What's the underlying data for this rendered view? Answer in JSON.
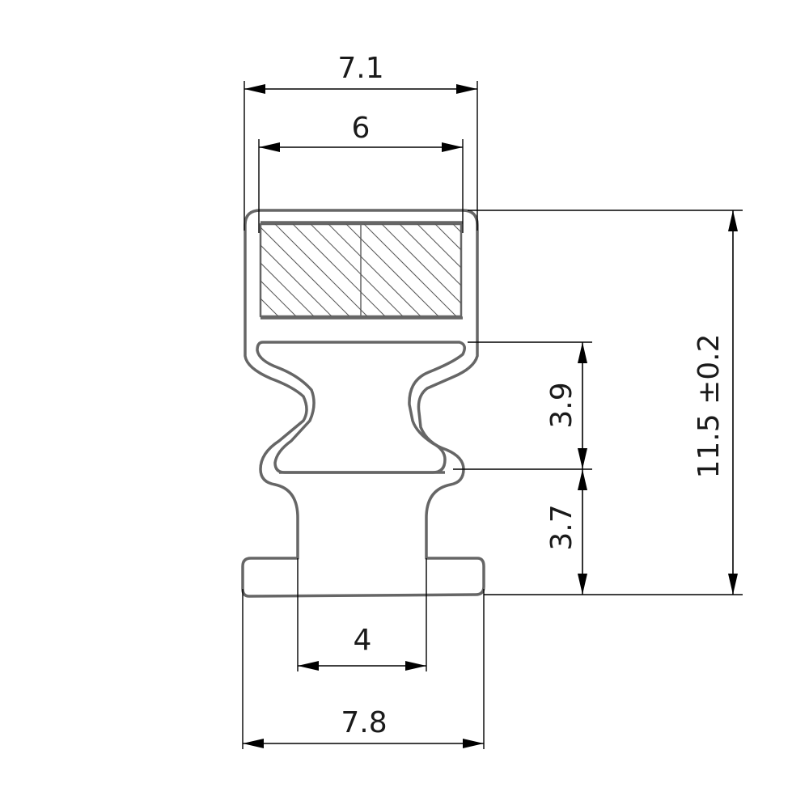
{
  "drawing": {
    "type": "technical cross-section profile",
    "colors": {
      "profile": "#666666",
      "dimensions": "#000000",
      "hatch": "#555555"
    },
    "dimensions": {
      "top_outer_width": "7.1",
      "top_inner_width": "6",
      "neck_height": "3.9",
      "foot_height": "3.7",
      "total_height": "11.5 ±0.2",
      "stem_width": "4",
      "base_width": "7.8"
    }
  }
}
